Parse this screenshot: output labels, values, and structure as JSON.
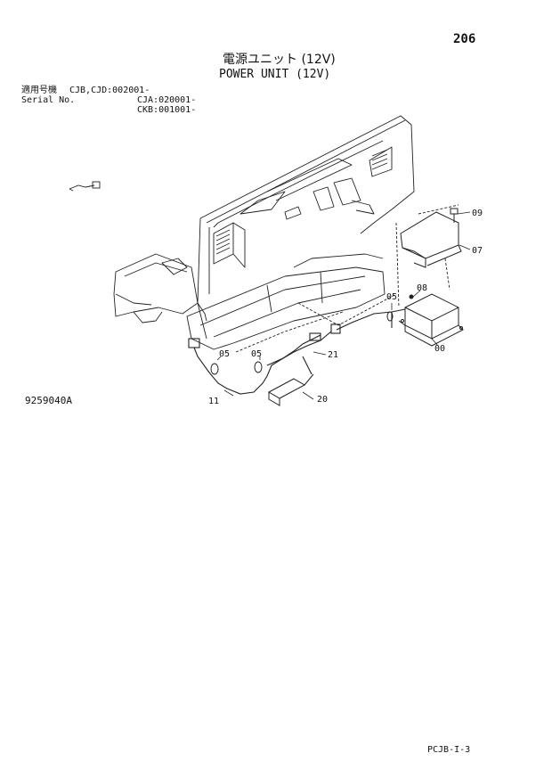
{
  "page_number": "206",
  "title_jp": "電源ユニット (12V)",
  "title_en": "POWER UNIT (12V)",
  "serial": {
    "label_jp": "適用号機",
    "label_en": "Serial No.",
    "values": [
      "CJB,CJD:002001-",
      "CJA:020001-",
      "CKB:001001-"
    ]
  },
  "parts": {
    "p00": "00",
    "p05a": "05",
    "p05b": "05",
    "p05c": "05",
    "p07": "07",
    "p08": "08",
    "p09": "09",
    "p11": "11",
    "p20": "20",
    "p21": "21"
  },
  "drawing_id": "9259040A",
  "footer": "PCJB-I-3"
}
